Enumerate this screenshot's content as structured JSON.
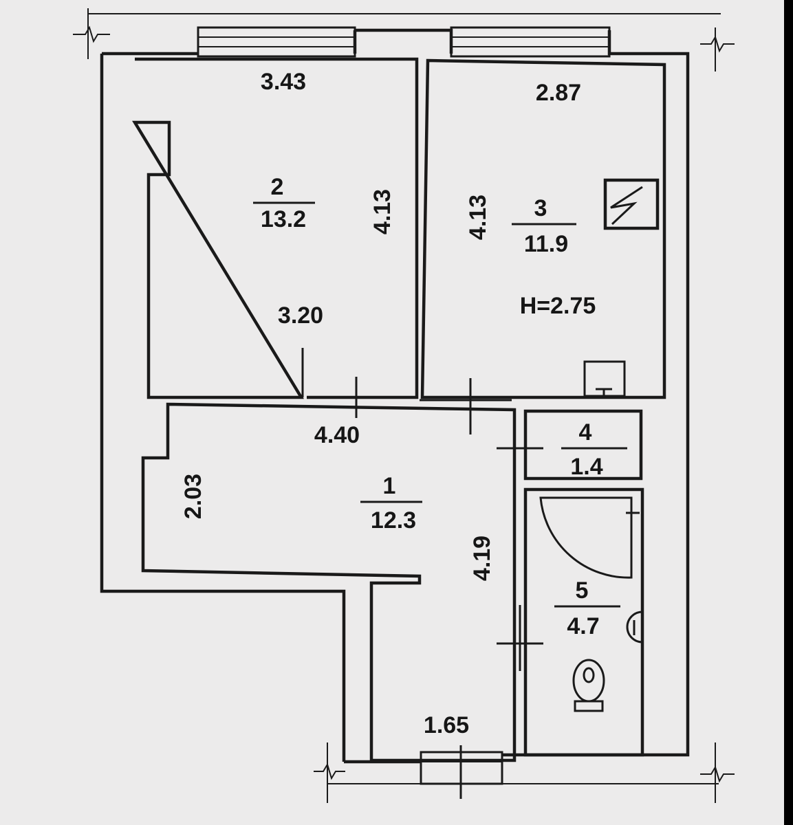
{
  "rooms": [
    {
      "number": "2",
      "area": "13.2"
    },
    {
      "number": "3",
      "area": "11.9"
    },
    {
      "number": "4",
      "area": "1.4"
    },
    {
      "number": "1",
      "area": "12.3"
    },
    {
      "number": "5",
      "area": "4.7"
    }
  ],
  "dimensions": {
    "room2_top": "3.43",
    "room2_side": "4.13",
    "room2_bottom": "3.20",
    "room3_top": "2.87",
    "room3_side": "4.13",
    "room1_top": "4.40",
    "room1_left": "2.03",
    "room1_side": "4.19",
    "room1_bottom": "1.65"
  },
  "ceiling_height": "H=2.75",
  "colors": {
    "paper": "#ecebeb",
    "ink": "#1a1a1a"
  },
  "icons": [
    "electrical-panel-icon",
    "shower-tray-icon",
    "sink-icon",
    "toilet-icon",
    "radiator-icon"
  ]
}
